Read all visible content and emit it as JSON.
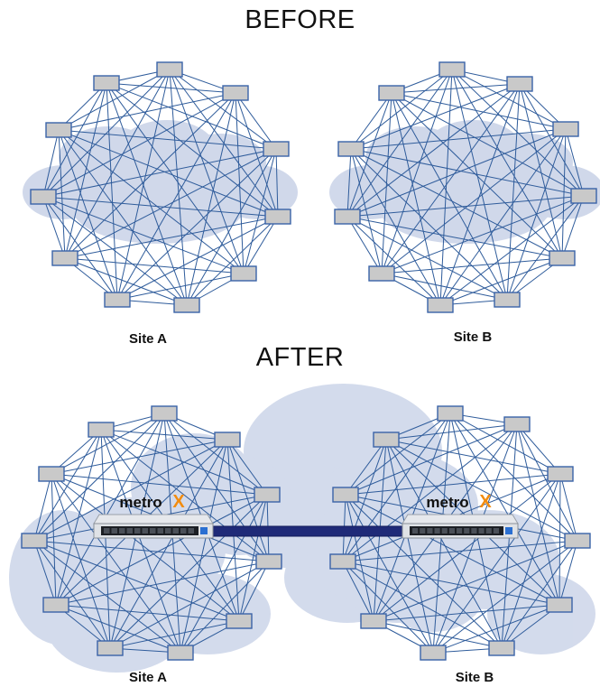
{
  "before": {
    "title": "BEFORE",
    "site_a": "Site A",
    "site_b": "Site B"
  },
  "after": {
    "title": "AFTER",
    "site_a": "Site A",
    "site_b": "Site B"
  },
  "device": {
    "brand": "metro",
    "brand_mark": "X"
  },
  "colors": {
    "cloud": "#c5cfe6",
    "mesh_line": "#2f5c9b",
    "node_fill": "#c9c9c9",
    "node_stroke": "#3a63a8",
    "link": "#1f2a78",
    "brand_orange": "#f28c0f"
  }
}
